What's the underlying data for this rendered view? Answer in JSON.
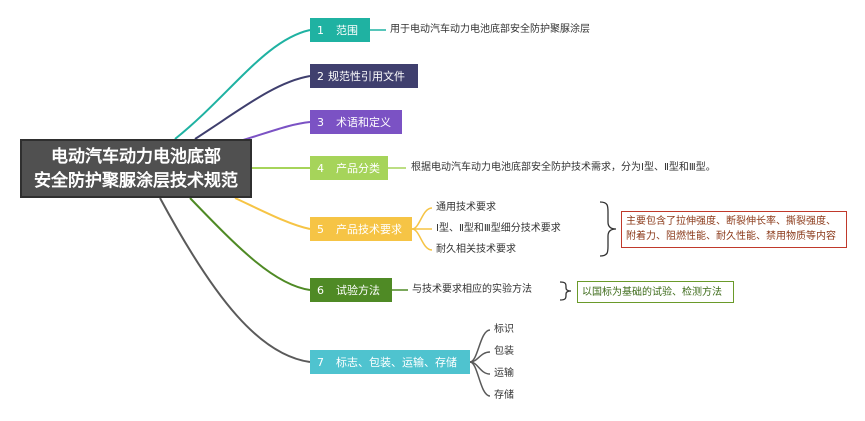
{
  "root": {
    "line1": "电动汽车动力电池底部",
    "line2": "安全防护聚脲涂层技术规范"
  },
  "branches": [
    {
      "num": "1",
      "title": "范围",
      "color": "#1fb2a2",
      "detail": "用于电动汽车动力电池底部安全防护聚脲涂层"
    },
    {
      "num": "2",
      "title": "规范性引用文件",
      "color": "#3f3f6e"
    },
    {
      "num": "3",
      "title": "术语和定义",
      "color": "#7b52c4"
    },
    {
      "num": "4",
      "title": "产品分类",
      "color": "#a6d45a",
      "detail": "根据电动汽车动力电池底部安全防护技术需求，分为Ⅰ型、Ⅱ型和Ⅲ型。"
    },
    {
      "num": "5",
      "title": "产品技术要求",
      "color": "#f6c445",
      "subitems": [
        "通用技术要求",
        "Ⅰ型、Ⅱ型和Ⅲ型细分技术要求",
        "耐久相关技术要求"
      ],
      "note": {
        "line1": "主要包含了拉伸强度、断裂伸长率、撕裂强度、",
        "line2": "附着力、阻燃性能、耐久性能、禁用物质等内容"
      }
    },
    {
      "num": "6",
      "title": "试验方法",
      "color": "#4f8a25",
      "detail": "与技术要求相应的实验方法",
      "note": "以国标为基础的试验、检测方法"
    },
    {
      "num": "7",
      "title": "标志、包装、运输、存储",
      "color": "#4fc3cf",
      "subitems": [
        "标识",
        "包装",
        "运输",
        "存储"
      ]
    }
  ],
  "colors": {
    "root_fill": "#505050",
    "root_border": "#2f2f2f",
    "edge_gray": "#5a5a5a",
    "red_note": "#c0392b",
    "green_note": "#6a9a2a"
  }
}
